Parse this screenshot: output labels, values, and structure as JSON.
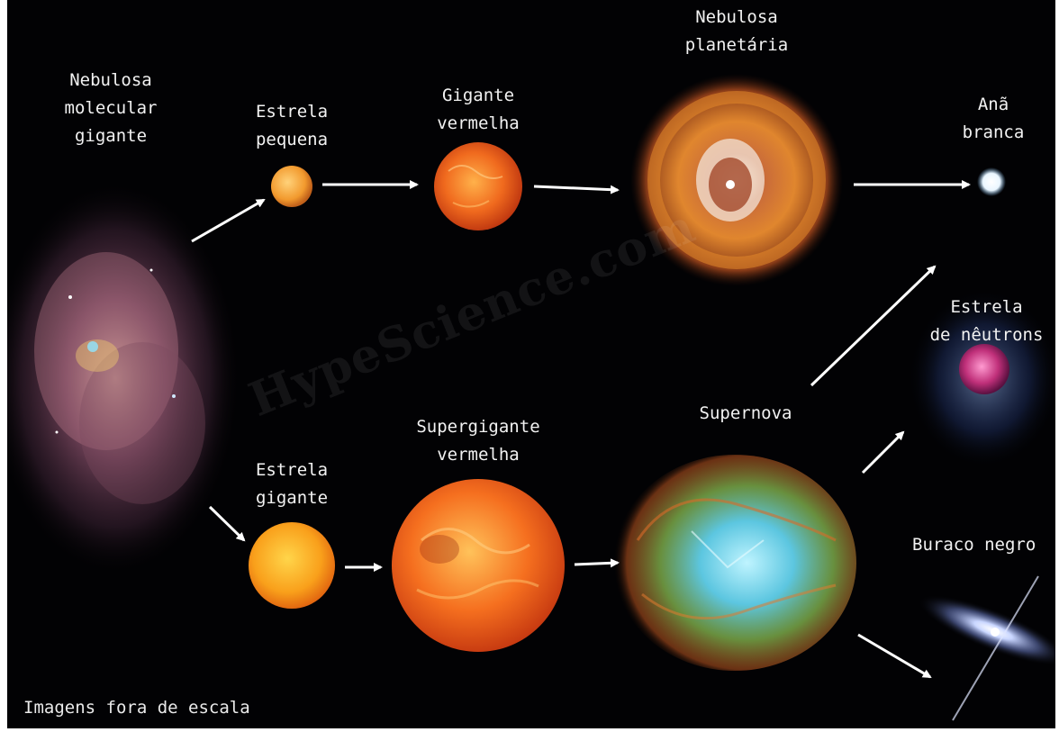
{
  "stages": {
    "giant_molecular_nebula": "Nebulosa\nmolecular\ngigante",
    "small_star": "Estrela\npequena",
    "red_giant": "Gigante\nvermelha",
    "planetary_nebula": "Nebulosa\nplanetária",
    "white_dwarf": "Anã\nbranca",
    "neutron_star": "Estrela\nde nêutrons",
    "supernova": "Supernova",
    "giant_star": "Estrela\ngigante",
    "red_supergiant": "Supergigante\nvermelha",
    "black_hole": "Buraco negro"
  },
  "watermark": "HypeScience.com",
  "footnote": "Imagens fora de escala",
  "colors": {
    "background": "#020204",
    "text": "#f2f2f2",
    "arrow": "#ffffff",
    "star_orange": "#f7931e",
    "star_red": "#e2461a",
    "nebula_pink": "#b5707e",
    "supernova_cyan": "#6fd3e6",
    "neutron_magenta": "#c0307a"
  }
}
